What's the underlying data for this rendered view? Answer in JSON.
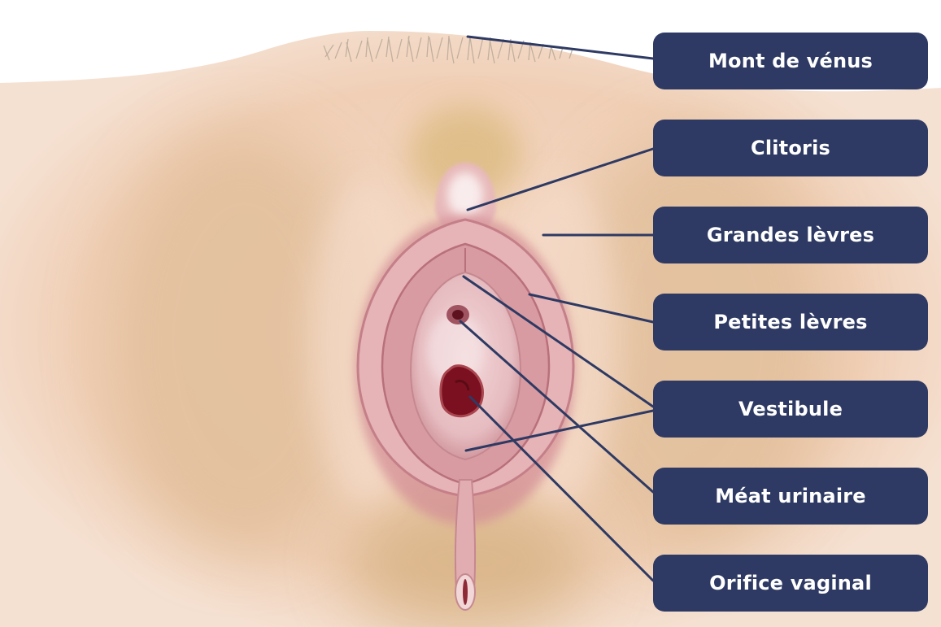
{
  "colors": {
    "label_background": "#2e3a63",
    "label_text": "#ffffff",
    "leader_line": "#2e3a63",
    "skin": "#f2d4bf",
    "mucosa": "#d8a6ad",
    "orifice": "#7a1020"
  },
  "labels": [
    {
      "id": "mont",
      "text": "Mont de vénus"
    },
    {
      "id": "clitoris",
      "text": "Clitoris"
    },
    {
      "id": "grandes",
      "text": "Grandes lèvres"
    },
    {
      "id": "petites",
      "text": "Petites lèvres"
    },
    {
      "id": "vestibule",
      "text": "Vestibule"
    },
    {
      "id": "meat",
      "text": "Méat urinaire"
    },
    {
      "id": "orifice",
      "text": "Orifice vaginal"
    }
  ]
}
